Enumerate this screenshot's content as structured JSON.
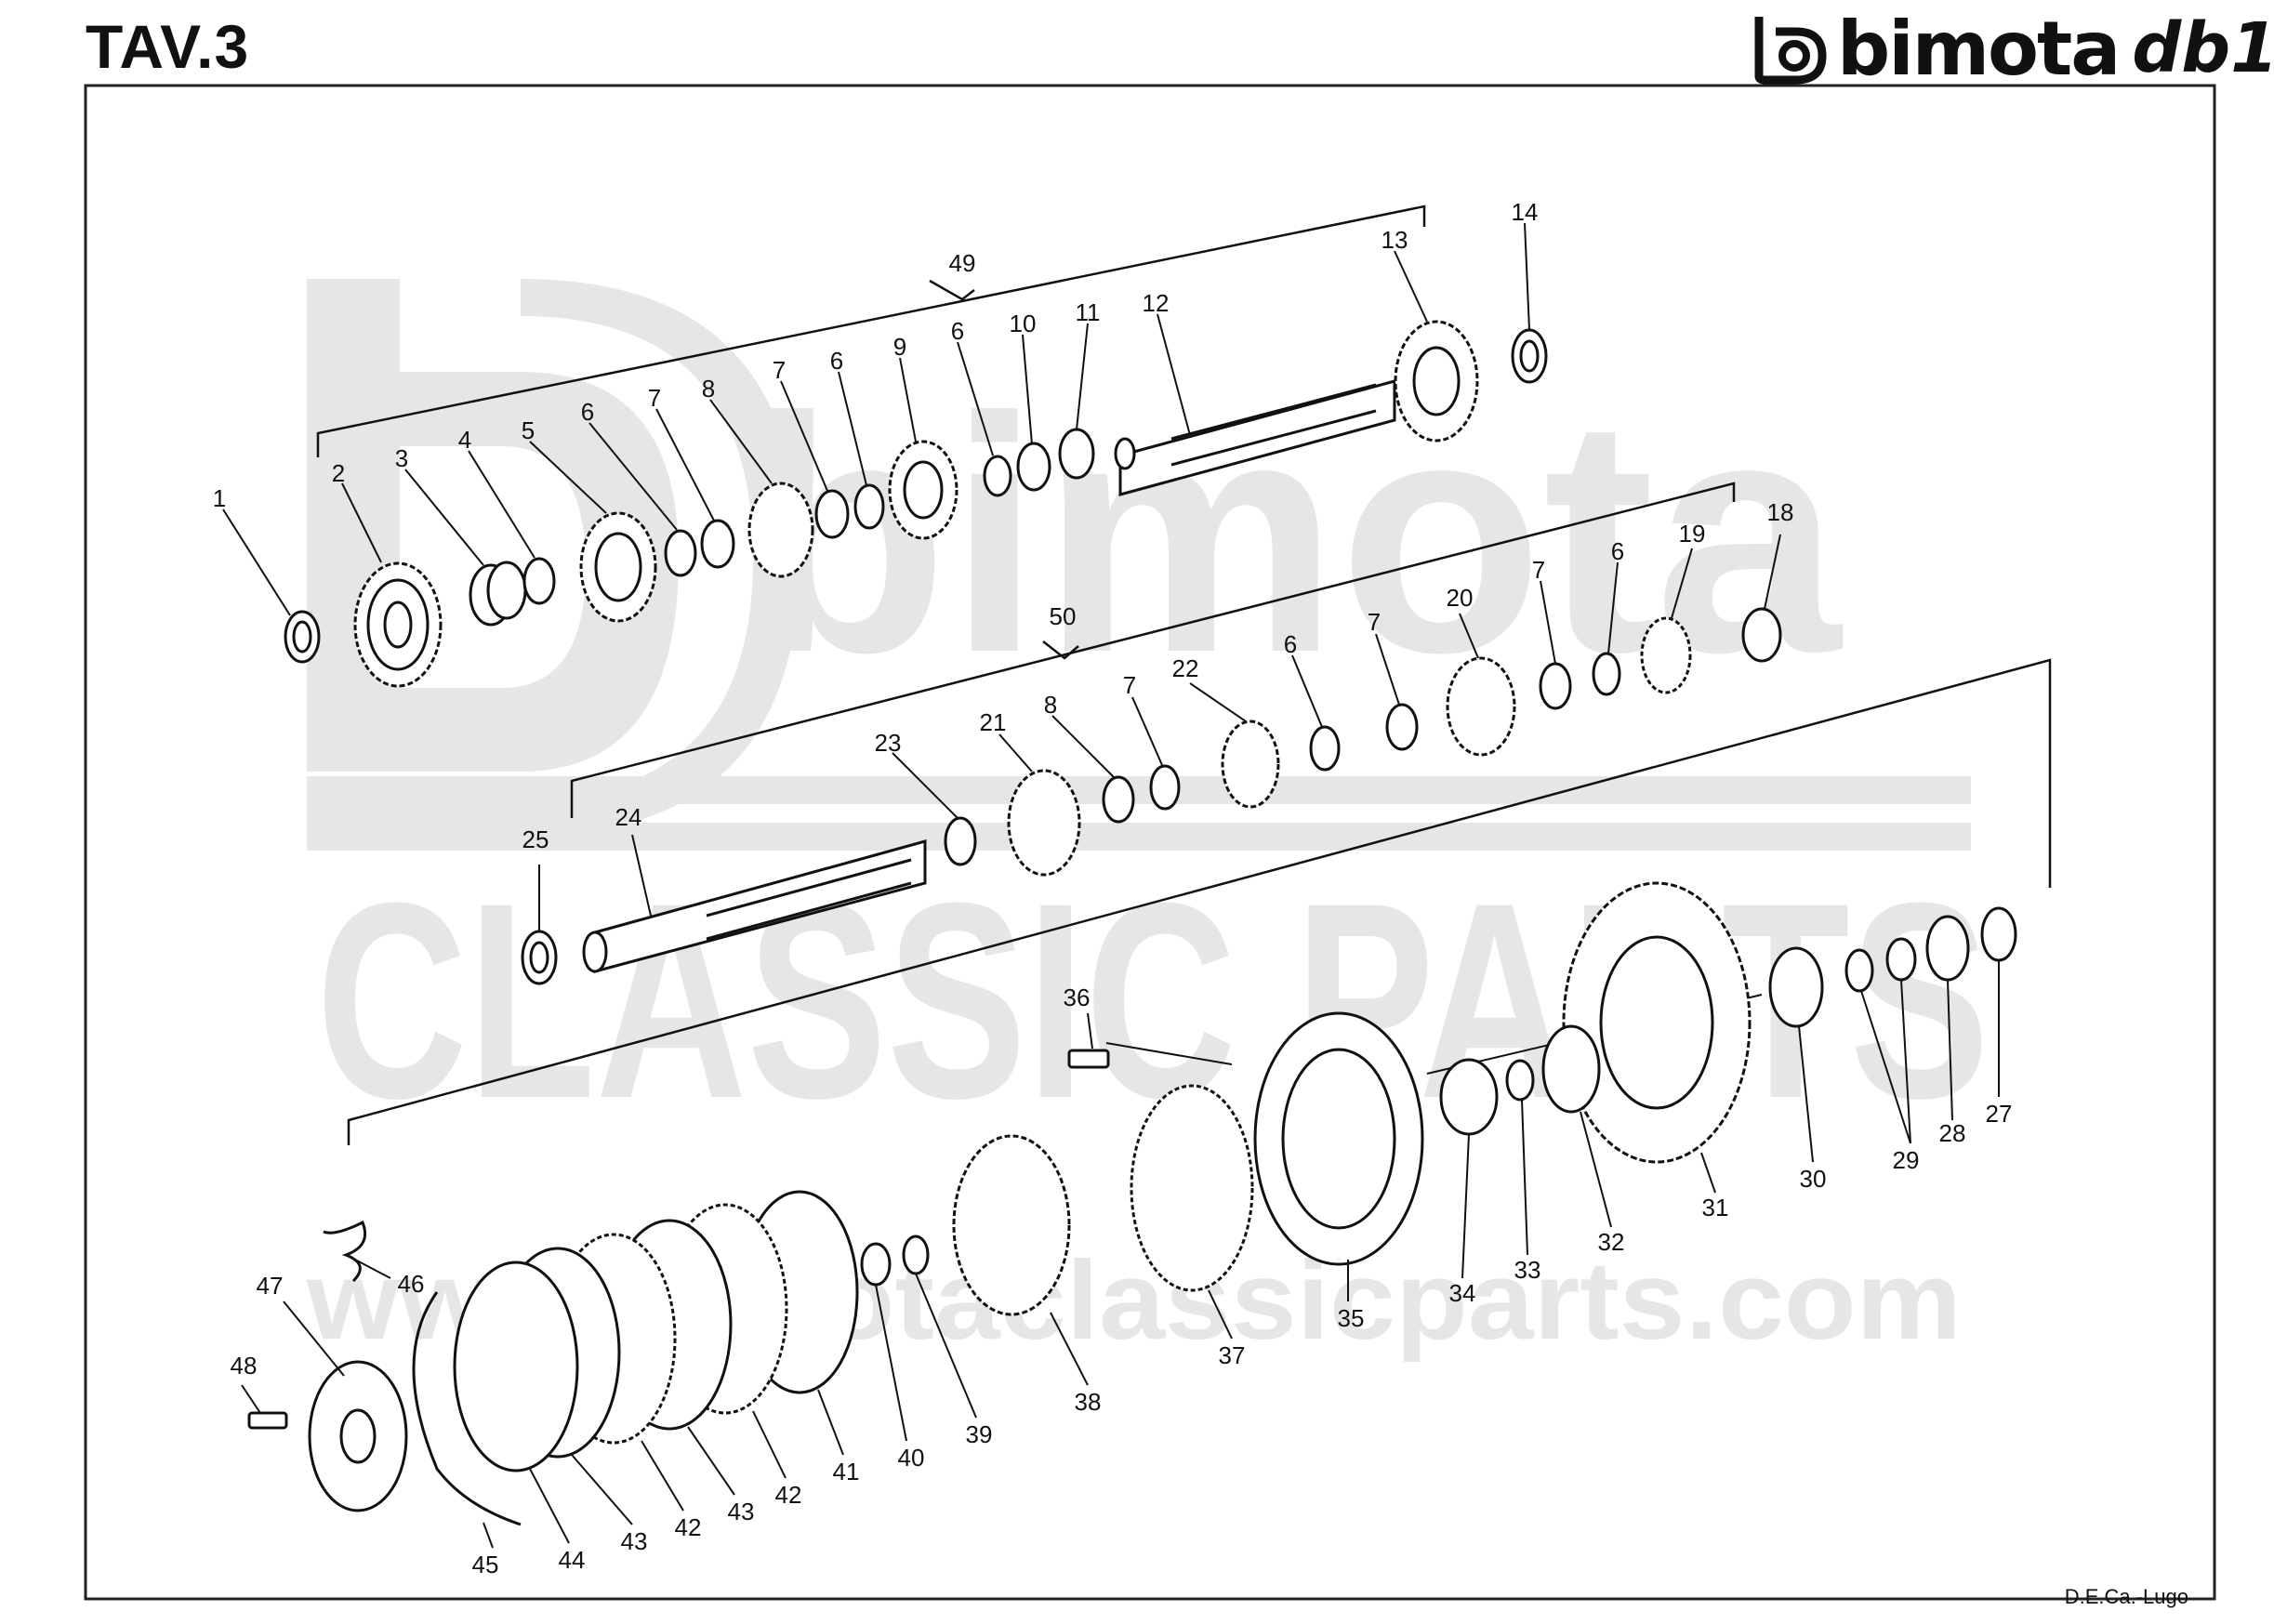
{
  "page_title": "TAV.3",
  "brand": {
    "name": "bimota",
    "model": "db1"
  },
  "credit": "D.E.Ca.-Lugo",
  "watermark": {
    "top": "bimota",
    "middle": "CLASSIC PARTS",
    "bottom": "www.bimotaclassicparts.com"
  },
  "colors": {
    "ink": "#111111",
    "watermark": "#e6e6e6",
    "frame": "#222222"
  },
  "labels": {
    "n1": "1",
    "n2": "2",
    "n3": "3",
    "n4": "4",
    "n5": "5",
    "n6a": "6",
    "n7a": "7",
    "n8a": "8",
    "n7b": "7",
    "n6b": "6",
    "n9": "9",
    "n6c": "6",
    "n10": "10",
    "n11": "11",
    "n12": "12",
    "n13": "13",
    "n14": "14",
    "n49": "49",
    "n18": "18",
    "n19": "19",
    "n6d": "6",
    "n7c": "7",
    "n20": "20",
    "n7d": "7",
    "n6e": "6",
    "n22": "22",
    "n7e": "7",
    "n8b": "8",
    "n21": "21",
    "n23": "23",
    "n50": "50",
    "n24": "24",
    "n25": "25",
    "n36": "36",
    "n27": "27",
    "n28": "28",
    "n29": "29",
    "n30": "30",
    "n31": "31",
    "n32": "32",
    "n33": "33",
    "n34": "34",
    "n35": "35",
    "n37": "37",
    "n38": "38",
    "n39": "39",
    "n40": "40",
    "n41": "41",
    "n42a": "42",
    "n43a": "43",
    "n42b": "42",
    "n43b": "43",
    "n44": "44",
    "n45": "45",
    "n46": "46",
    "n47": "47",
    "n48": "48"
  }
}
